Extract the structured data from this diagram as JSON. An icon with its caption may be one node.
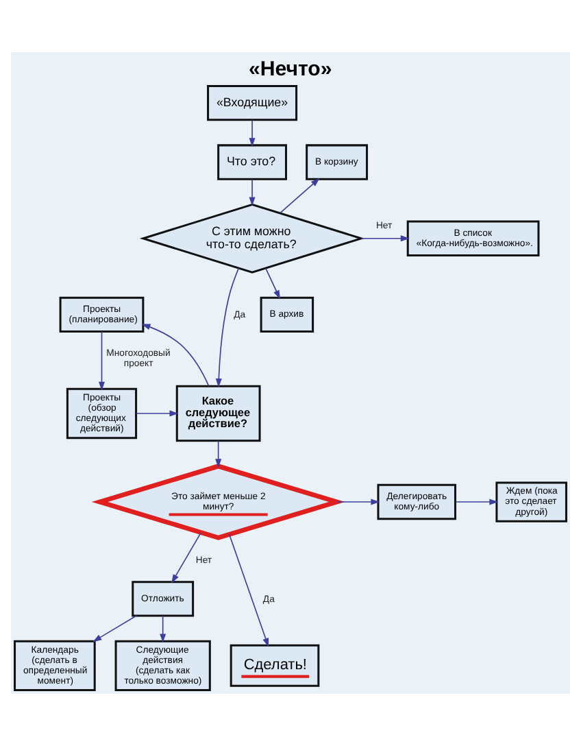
{
  "diagram": {
    "title": "«Нечто»",
    "nodes": [
      {
        "text": [
          "«Входящие»"
        ]
      },
      {
        "text": [
          "Что это?"
        ]
      },
      {
        "text": [
          "С этим можно что-то сделать?"
        ]
      },
      {
        "text": [
          "В корзину"
        ]
      },
      {
        "text": [
          "В список «Когда-нибудь-возможно»."
        ]
      },
      {
        "text": [
          "В архив"
        ]
      },
      {
        "text": [
          "Проекты (планирование)"
        ]
      },
      {
        "text": [
          "Какое следующее действие?"
        ]
      },
      {
        "text": [
          "Проекты (обзор следующих действий)"
        ]
      },
      {
        "text": [
          "Это займет меньше 2 минут?"
        ]
      },
      {
        "text": [
          "Делегировать кому-либо"
        ]
      },
      {
        "text": [
          "Ждем (пока это сделает другой)"
        ]
      },
      {
        "text": [
          "Отложить"
        ]
      },
      {
        "text": [
          "Сделать!"
        ]
      },
      {
        "text": [
          "Календарь (сделать в определенный момент)"
        ]
      },
      {
        "text": [
          "Следующие действия (сделать как только возможно)"
        ]
      }
    ],
    "edges": [
      {
        "from": 0,
        "to": 1,
        "arrow": "to"
      },
      {
        "from": 1,
        "to": 2,
        "arrow": "to"
      },
      {
        "from": 2,
        "to": 3,
        "arrow": "to"
      },
      {
        "from": 2,
        "to": 4,
        "arrow": "to",
        "label": "Нет"
      },
      {
        "from": 2,
        "to": 7,
        "arrow": "to",
        "label": "Да"
      },
      {
        "from": 2,
        "to": 5,
        "arrow": "to"
      },
      {
        "from": 7,
        "to": 6,
        "arrow": "to"
      },
      {
        "from": 6,
        "to": 8,
        "arrow": "to",
        "label": "Многоходовый проект"
      },
      {
        "from": 8,
        "to": 7,
        "arrow": "to"
      },
      {
        "from": 7,
        "to": 9,
        "arrow": "to"
      },
      {
        "from": 9,
        "to": 10,
        "arrow": "to"
      },
      {
        "from": 9,
        "to": 12,
        "arrow": "to",
        "label": "Нет"
      },
      {
        "from": 10,
        "to": 11,
        "arrow": "to"
      },
      {
        "from": 9,
        "to": 13,
        "arrow": "to",
        "label": "Да"
      },
      {
        "from": 12,
        "to": 14,
        "arrow": "to"
      },
      {
        "from": 12,
        "to": 15,
        "arrow": "to"
      }
    ]
  }
}
